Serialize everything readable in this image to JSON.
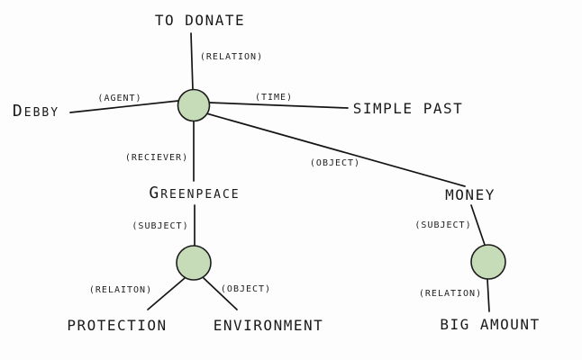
{
  "colors": {
    "background": "#fdfdfd",
    "node_fill": "#c6dbb7",
    "node_stroke": "#1c1c1c",
    "edge_line": "#151515",
    "text": "#1a1a1a"
  },
  "nodes": {
    "to_donate": "TO DONATE",
    "debby": "DEBBY",
    "simple_past": "SIMPLE PAST",
    "greenpeace": "GREENPEACE",
    "money": "MONEY",
    "protection": "PROTECTION",
    "environment": "ENVIRONMENT",
    "big_amount": "BIG AMOUNT"
  },
  "edge_labels": {
    "relation_main": "(RELATION)",
    "agent": "(AGENT)",
    "time": "(TIME)",
    "reciever": "(RECIEVER)",
    "object_main": "(OBJECT)",
    "subject_greenpeace": "(SUBJECT)",
    "relaiton_protection": "(RELAITON)",
    "object_environment": "(OBJECT)",
    "subject_money": "(SUBJECT)",
    "relation_big_amount": "(RELATION)"
  },
  "graph": {
    "hubs": [
      {
        "id": "hub-main",
        "edges": [
          {
            "to": "TO DONATE",
            "label": "(RELATION)"
          },
          {
            "to": "DEBBY",
            "label": "(AGENT)"
          },
          {
            "to": "SIMPLE PAST",
            "label": "(TIME)"
          },
          {
            "to": "GREENPEACE",
            "label": "(RECIEVER)"
          },
          {
            "to": "MONEY",
            "label": "(OBJECT)"
          }
        ]
      },
      {
        "id": "hub-greenpeace",
        "edges": [
          {
            "to": "GREENPEACE",
            "label": "(SUBJECT)"
          },
          {
            "to": "PROTECTION",
            "label": "(RELAITON)"
          },
          {
            "to": "ENVIRONMENT",
            "label": "(OBJECT)"
          }
        ]
      },
      {
        "id": "hub-money",
        "edges": [
          {
            "to": "MONEY",
            "label": "(SUBJECT)"
          },
          {
            "to": "BIG AMOUNT",
            "label": "(RELATION)"
          }
        ]
      }
    ]
  }
}
